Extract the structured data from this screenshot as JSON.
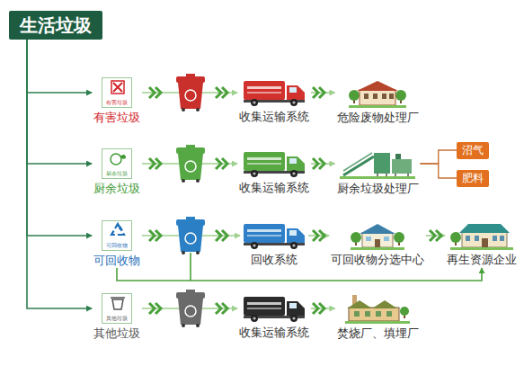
{
  "diagram": {
    "nodes": [
      {
        "text": [
          "生活垃圾"
        ]
      },
      {
        "text": [
          "有害垃圾",
          "有害垃圾"
        ]
      },
      {
        "text": [
          "收集运输系统"
        ]
      },
      {
        "text": [
          "危险废物处理厂"
        ]
      },
      {
        "text": [
          "厨余垃圾",
          "厨余垃圾"
        ]
      },
      {
        "text": [
          "收集运输系统"
        ]
      },
      {
        "text": [
          "厨余垃圾处理厂"
        ]
      },
      {
        "text": [
          "沼气"
        ]
      },
      {
        "text": [
          "肥料"
        ]
      },
      {
        "text": [
          "可回收物",
          "可回收物"
        ]
      },
      {
        "text": [
          "回收系统"
        ]
      },
      {
        "text": [
          "可回收物分选中心"
        ]
      },
      {
        "text": [
          "再生资源企业"
        ]
      },
      {
        "text": [
          "其他垃圾",
          "其他垃圾"
        ]
      },
      {
        "text": [
          "收集运输系统"
        ]
      },
      {
        "text": [
          "焚烧厂、填埋厂"
        ]
      }
    ],
    "edges": [
      {
        "from": 0,
        "to": 1,
        "arrow": "to"
      },
      {
        "from": 0,
        "to": 4,
        "arrow": "to"
      },
      {
        "from": 0,
        "to": 9,
        "arrow": "to"
      },
      {
        "from": 0,
        "to": 13,
        "arrow": "to"
      },
      {
        "from": 1,
        "to": 2,
        "arrow": "to"
      },
      {
        "from": 2,
        "to": 3,
        "arrow": "to"
      },
      {
        "from": 4,
        "to": 5,
        "arrow": "to"
      },
      {
        "from": 5,
        "to": 6,
        "arrow": "to"
      },
      {
        "from": 6,
        "to": 7,
        "arrow": "none"
      },
      {
        "from": 6,
        "to": 8,
        "arrow": "none"
      },
      {
        "from": 9,
        "to": 10,
        "arrow": "to"
      },
      {
        "from": 10,
        "to": 11,
        "arrow": "to"
      },
      {
        "from": 11,
        "to": 12,
        "arrow": "to"
      },
      {
        "from": 9,
        "to": 12,
        "arrow": "to"
      },
      {
        "from": 13,
        "to": 14,
        "arrow": "to"
      },
      {
        "from": 14,
        "to": 15,
        "arrow": "to"
      }
    ]
  }
}
